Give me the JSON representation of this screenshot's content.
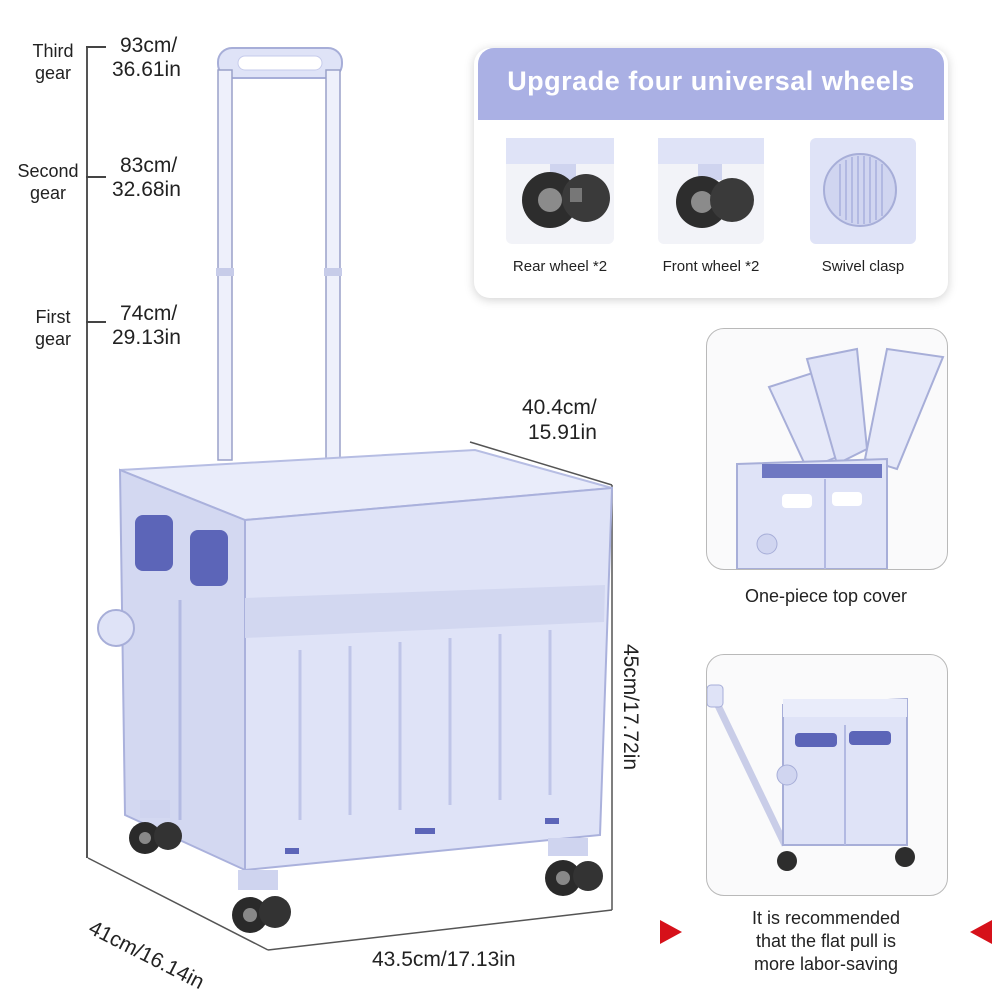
{
  "gears": [
    {
      "label_line1": "Third",
      "label_line2": "gear",
      "value_line1": "93cm/",
      "value_line2": "36.61in"
    },
    {
      "label_line1": "Second",
      "label_line2": "gear",
      "value_line1": "83cm/",
      "value_line2": "32.68in"
    },
    {
      "label_line1": "First",
      "label_line2": "gear",
      "value_line1": "74cm/",
      "value_line2": "29.13in"
    }
  ],
  "dimensions": {
    "width_top_line1": "40.4cm/",
    "width_top_line2": "15.91in",
    "height": "45cm/17.72in",
    "depth": "41cm/16.14in",
    "length": "43.5cm/17.13in"
  },
  "wheels_panel": {
    "title": "Upgrade four universal wheels",
    "items": [
      {
        "caption": "Rear wheel *2"
      },
      {
        "caption": "Front wheel *2"
      },
      {
        "caption": "Swivel clasp"
      }
    ]
  },
  "features": {
    "top_cover_caption": "One-piece top cover",
    "flat_pull_line1": "It is recommended",
    "flat_pull_line2": "that the flat pull is",
    "flat_pull_line3": "more labor-saving"
  },
  "colors": {
    "product": "#dfe3f7",
    "product_shadow": "#b8bfe6",
    "handle_slot": "#5c65b8",
    "title_bar": "#aab0e4",
    "arrow": "#d6111a"
  }
}
